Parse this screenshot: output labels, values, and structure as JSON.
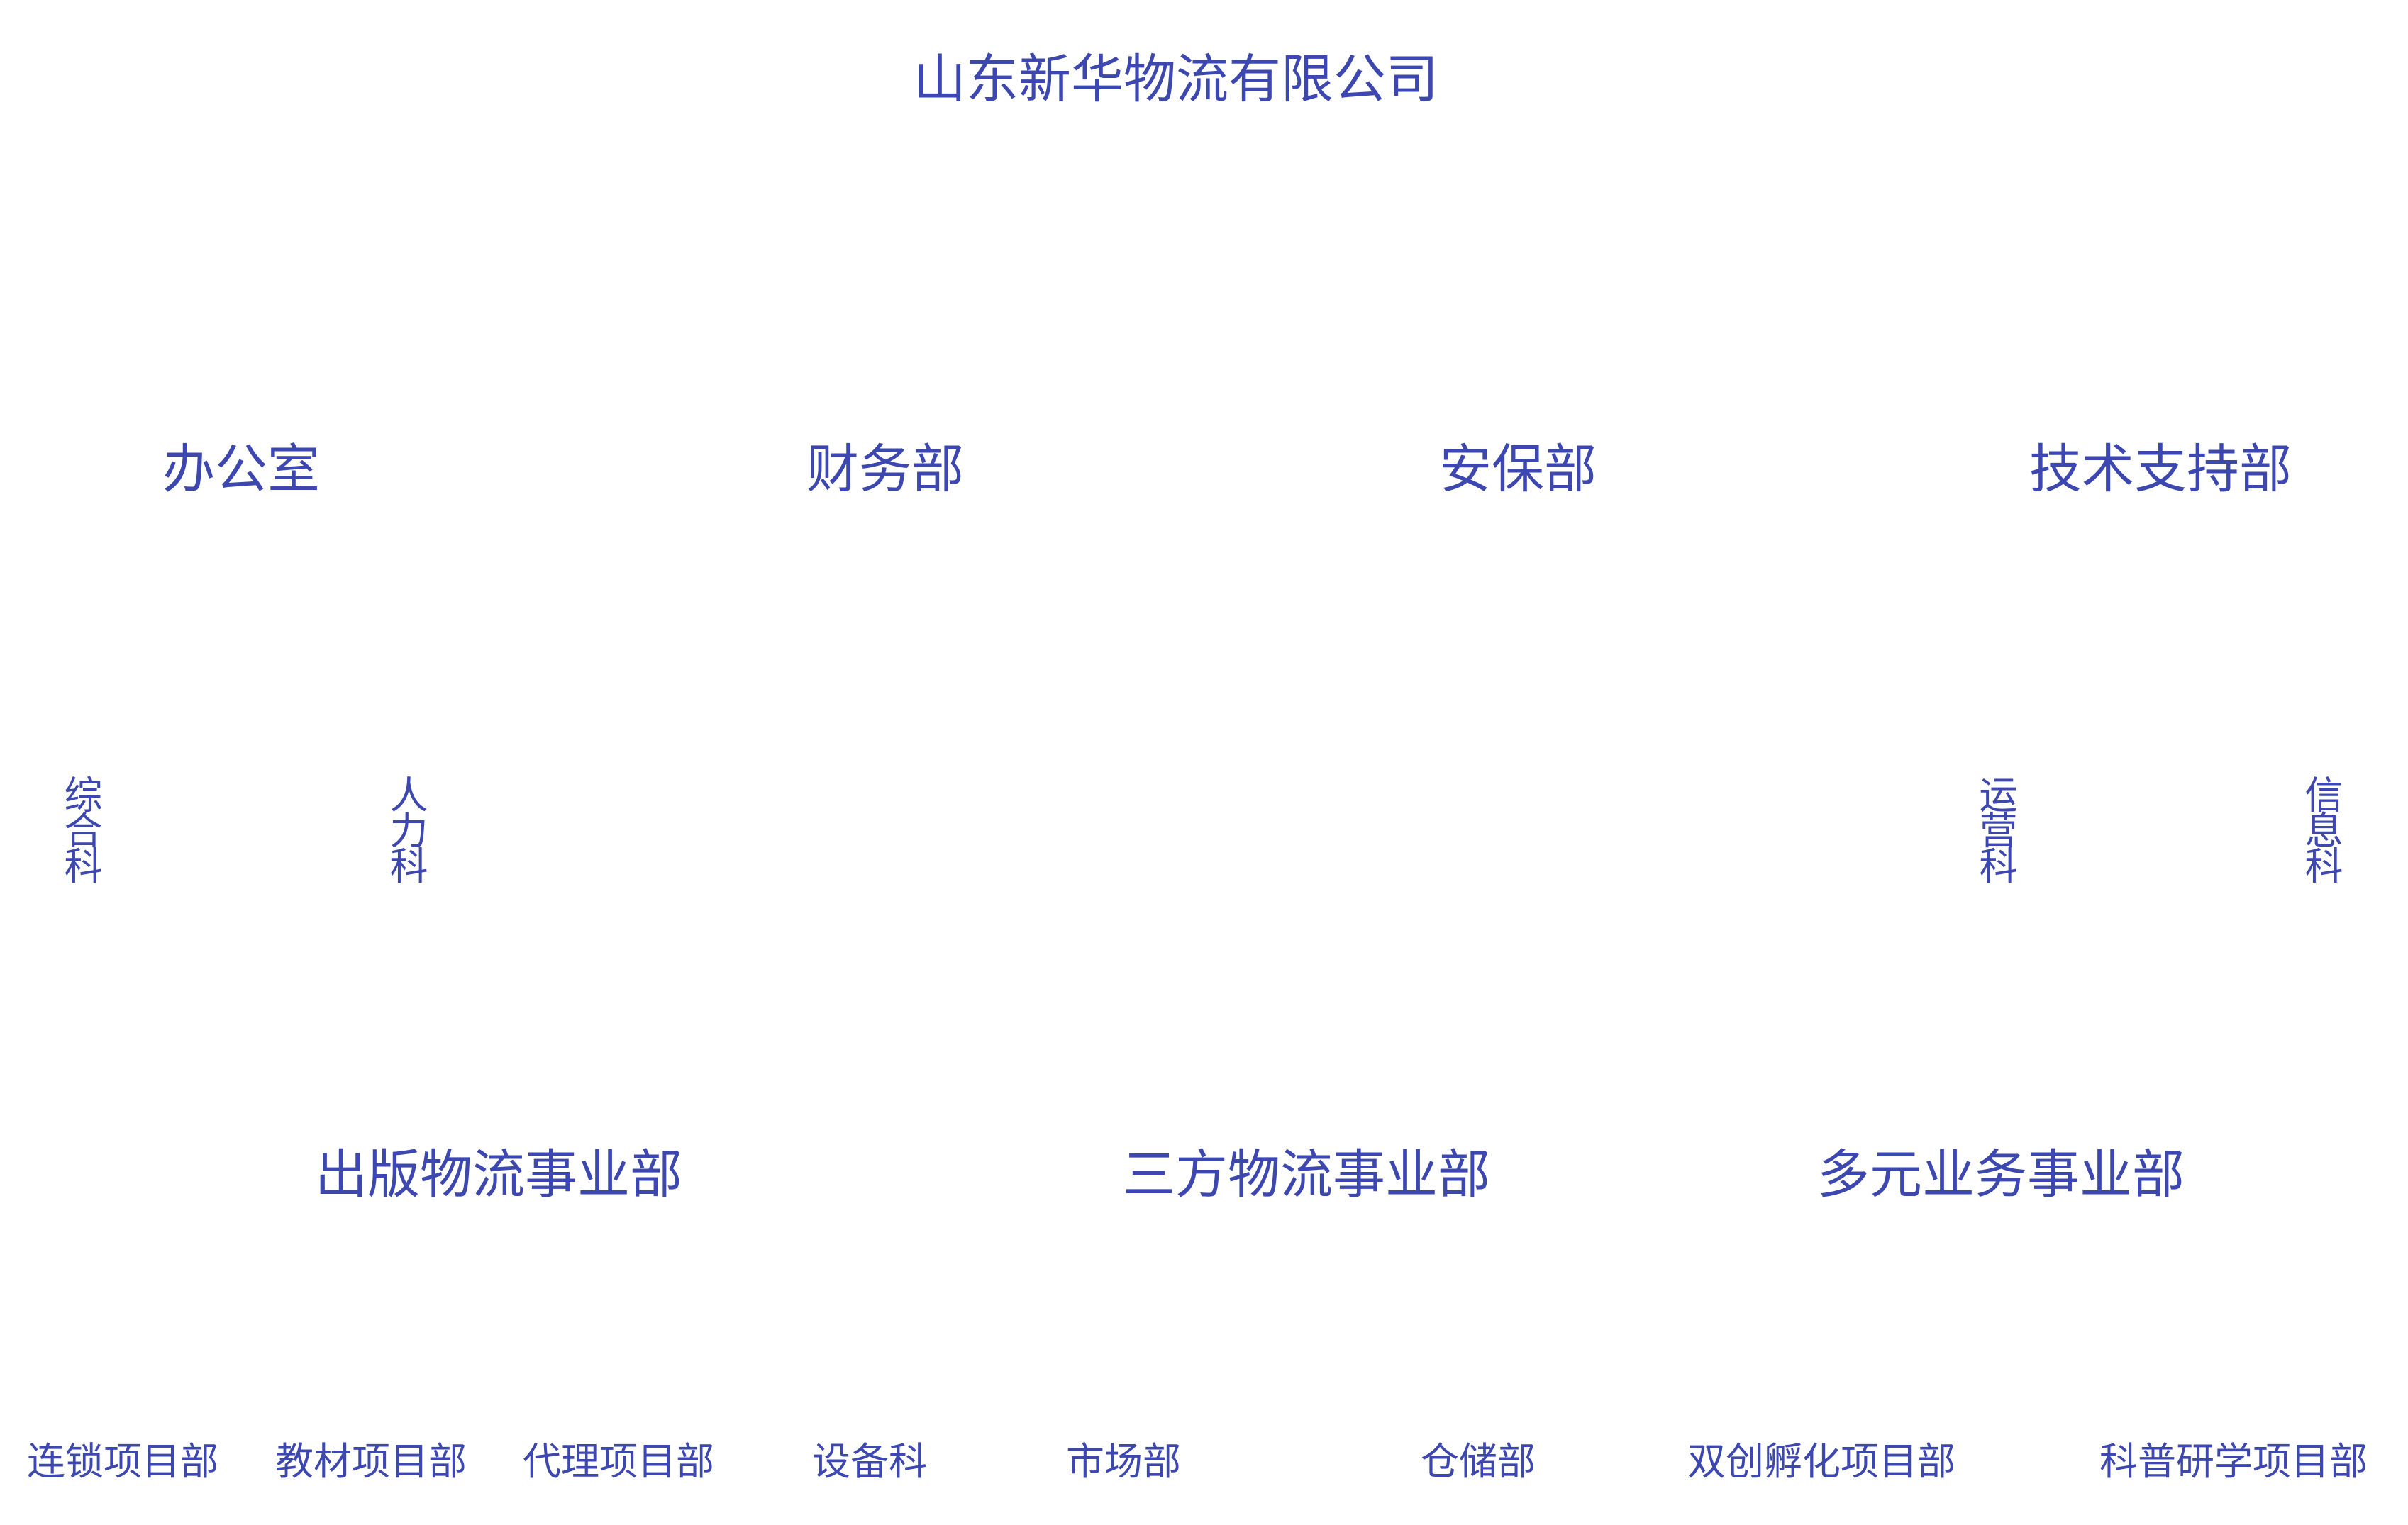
{
  "company": "山东新华物流有限公司",
  "departments": {
    "office": "办公室",
    "finance": "财务部",
    "security": "安保部",
    "tech": "技术支持部"
  },
  "sections": {
    "general": "综合科",
    "hr": "人力科",
    "operations": "运营科",
    "information": "信息科"
  },
  "divisions": {
    "publishing": "出版物流事业部",
    "third_party": "三方物流事业部",
    "diversified": "多元业务事业部"
  },
  "units": [
    "连锁项目部",
    "教材项目部",
    "代理项目部",
    "设备科",
    "市场部",
    "仓储部",
    "双创孵化项目部",
    "科普研学项目部"
  ],
  "colors": {
    "text": "#3d47b0",
    "background": "#ffffff"
  }
}
